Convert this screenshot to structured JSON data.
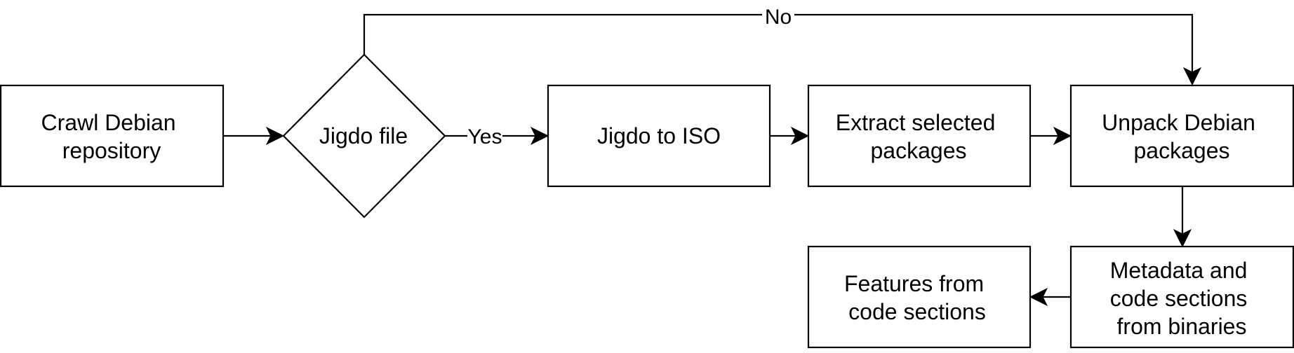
{
  "nodes": {
    "crawl": {
      "lines": [
        "Crawl Debian",
        "repository"
      ]
    },
    "jigdo_decision": {
      "lines": [
        "Jigdo file"
      ]
    },
    "jigdo_to_iso": {
      "lines": [
        "Jigdo to ISO"
      ]
    },
    "extract": {
      "lines": [
        "Extract selected",
        "packages"
      ]
    },
    "unpack": {
      "lines": [
        "Unpack Debian",
        "packages"
      ]
    },
    "metadata": {
      "lines": [
        "Metadata and",
        "code sections",
        "from binaries"
      ]
    },
    "features": {
      "lines": [
        "Features from",
        "code sections"
      ]
    }
  },
  "edges": {
    "yes_label": "Yes",
    "no_label": "No"
  }
}
